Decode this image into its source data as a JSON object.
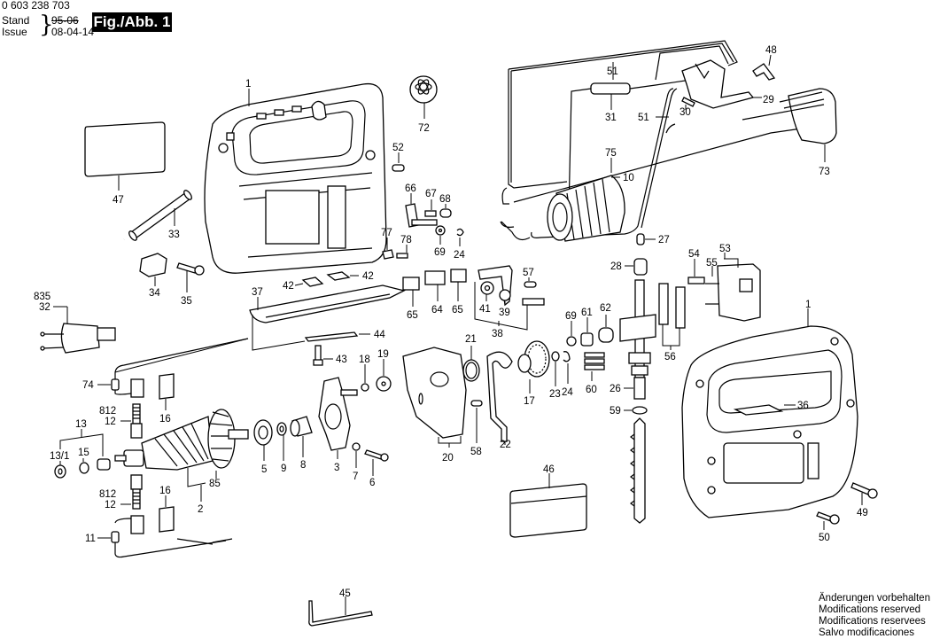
{
  "header": {
    "document_number": "0 603 238 703",
    "stand_label": "Stand",
    "stand_value": "95-06",
    "issue_label": "Issue",
    "issue_value": "08-04-14",
    "figure_label": "Fig./Abb. 1"
  },
  "notes": [
    "Änderungen vorbehalten",
    "Modifications reserved",
    "Modifications reservees",
    "Salvo modificaciones"
  ],
  "part_labels": {
    "p1a": "1",
    "p1b": "1",
    "p2": "2",
    "p3": "3",
    "p5": "5",
    "p6": "6",
    "p7": "7",
    "p8": "8",
    "p9": "9",
    "p10": "10",
    "p11": "11",
    "p12a": "12",
    "p12b": "12",
    "p13": "13",
    "p13_1": "13/1",
    "p15": "15",
    "p16a": "16",
    "p16b": "16",
    "p17": "17",
    "p18": "18",
    "p19": "19",
    "p20": "20",
    "p21": "21",
    "p22": "22",
    "p23": "23",
    "p24a": "24",
    "p24b": "24",
    "p26": "26",
    "p27": "27",
    "p28": "28",
    "p29": "29",
    "p30": "30",
    "p31": "31",
    "p32": "32",
    "p33": "33",
    "p34": "34",
    "p35": "35",
    "p36": "36",
    "p37": "37",
    "p38": "38",
    "p39": "39",
    "p41": "41",
    "p42a": "42",
    "p42b": "42",
    "p43": "43",
    "p44": "44",
    "p45": "45",
    "p46": "46",
    "p47": "47",
    "p48": "48",
    "p49": "49",
    "p50": "50",
    "p51a": "51",
    "p51b": "51",
    "p52": "52",
    "p53": "53",
    "p54": "54",
    "p55": "55",
    "p56": "56",
    "p57": "57",
    "p58": "58",
    "p59": "59",
    "p60": "60",
    "p61": "61",
    "p62": "62",
    "p64": "64",
    "p65a": "65",
    "p65b": "65",
    "p66": "66",
    "p67": "67",
    "p68": "68",
    "p69a": "69",
    "p69b": "69",
    "p72": "72",
    "p73": "73",
    "p74": "74",
    "p75": "75",
    "p77": "77",
    "p78": "78",
    "p812a": "812",
    "p812b": "812",
    "p835": "835",
    "p85": "85"
  }
}
